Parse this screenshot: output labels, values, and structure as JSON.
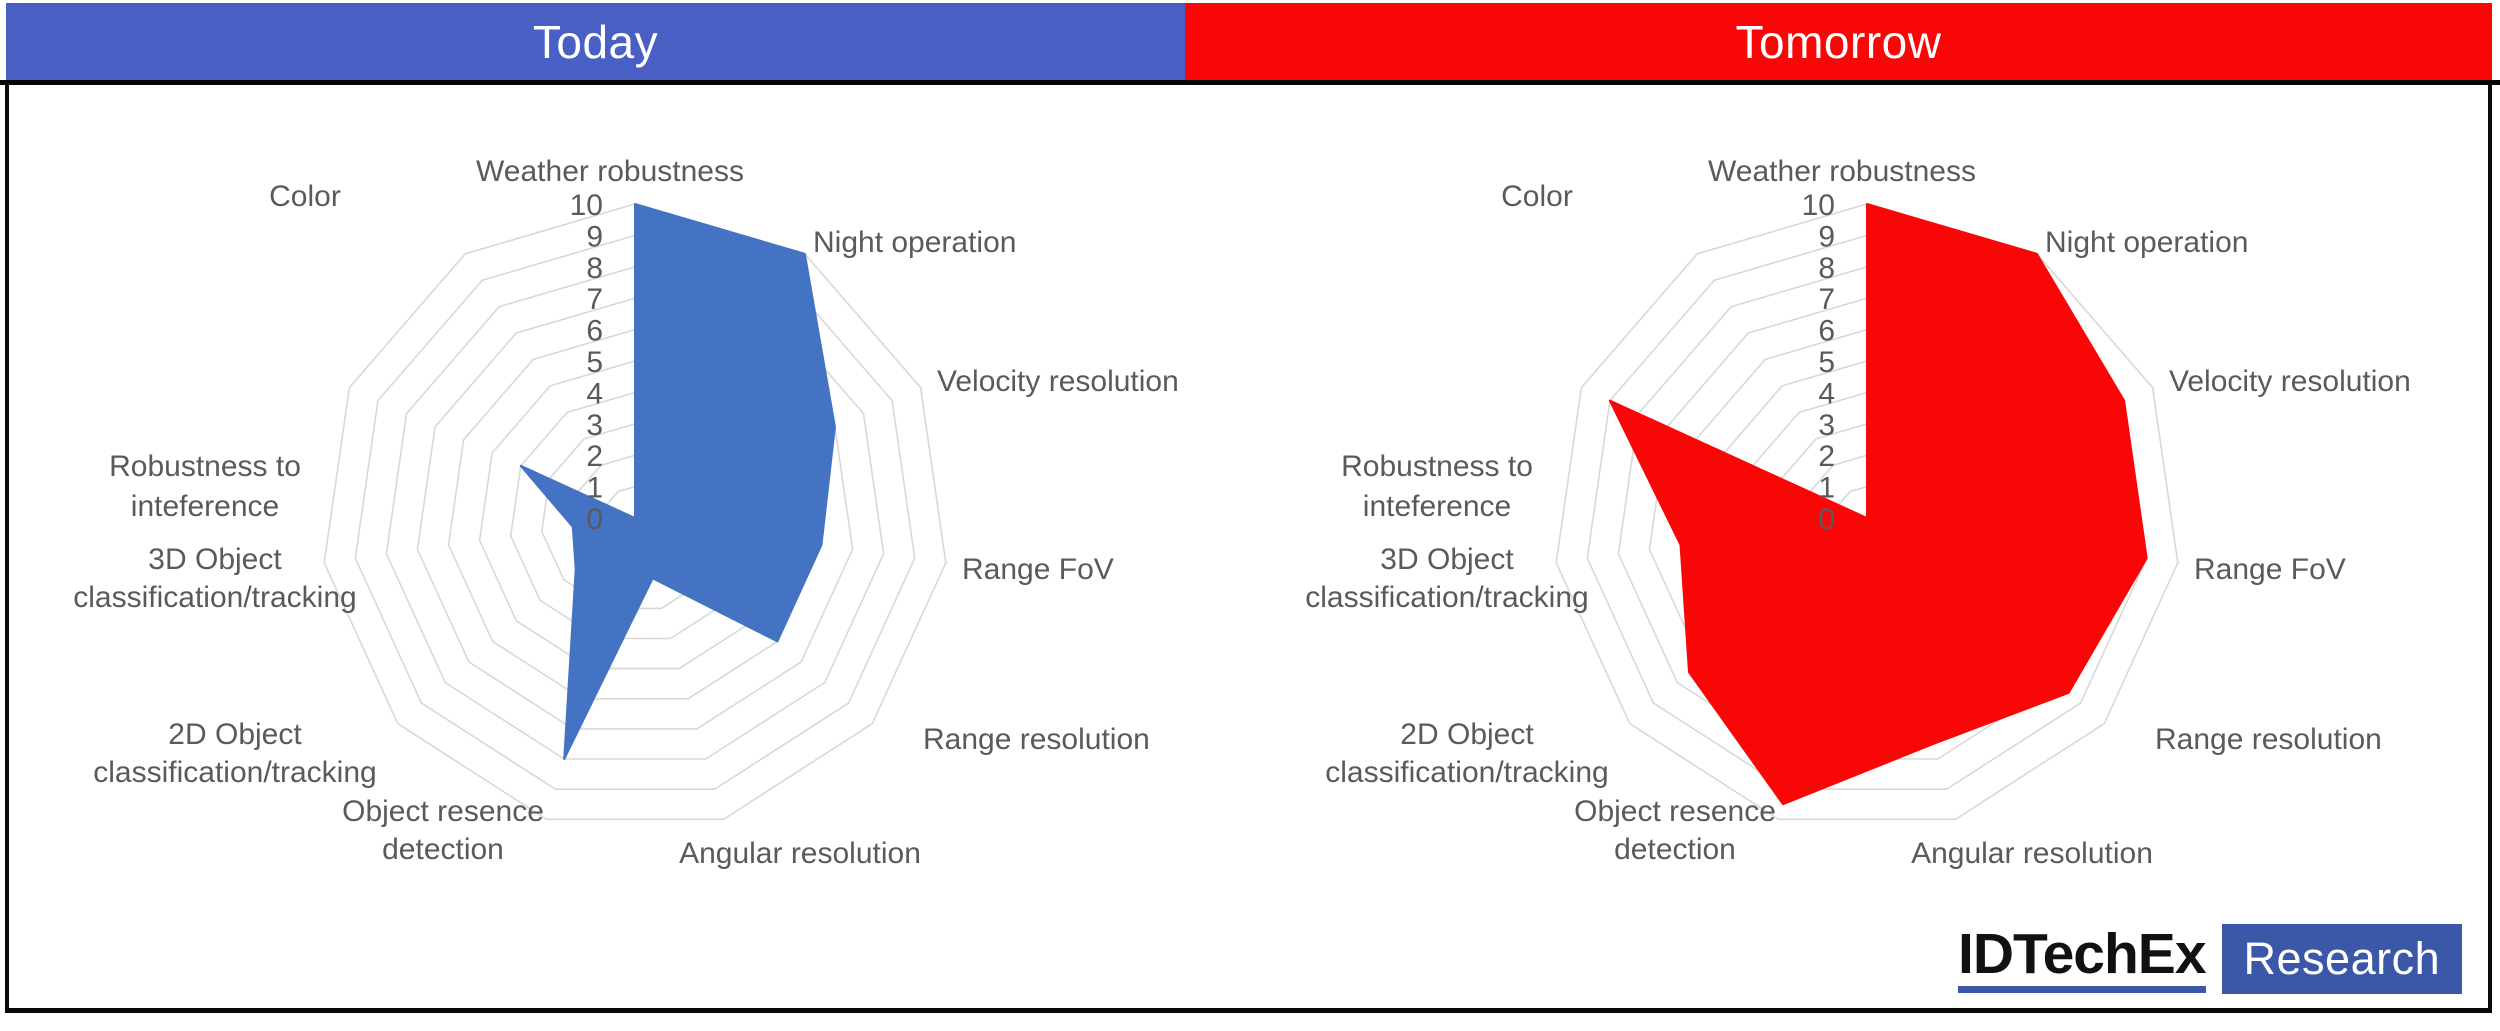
{
  "header": {
    "left": {
      "label": "Today",
      "color": "#4a5fc4"
    },
    "right": {
      "label": "Tomorrow",
      "color": "#f90606"
    }
  },
  "chart_data": {
    "type": "radar",
    "axis": {
      "min": 0,
      "max": 10,
      "tick_step": 1
    },
    "tick_labels": [
      "0",
      "1",
      "2",
      "3",
      "4",
      "5",
      "6",
      "7",
      "8",
      "9",
      "10"
    ],
    "categories": [
      "Weather robustness",
      "Night operation",
      "Velocity resolution",
      "Range FoV",
      "Range resolution",
      "Angular resolution",
      "Object resence detection",
      "2D Object classification/tracking",
      "3D Object classification/tracking",
      "Robustness to inteference",
      "Color"
    ],
    "category_label_lines": [
      [
        "Weather robustness"
      ],
      [
        "Night operation"
      ],
      [
        "Velocity resolution"
      ],
      [
        "Range FoV"
      ],
      [
        "Range resolution"
      ],
      [
        "Angular resolution"
      ],
      [
        "Object resence",
        "detection"
      ],
      [
        "2D Object",
        "classification/tracking"
      ],
      [
        "3D Object",
        "classification/tracking"
      ],
      [
        "Robustness to",
        "inteference"
      ],
      [
        "Color"
      ]
    ],
    "series": [
      {
        "name": "Today",
        "color": "#4473c4",
        "values": [
          10,
          10,
          7,
          6,
          6,
          2,
          8,
          2.5,
          2,
          4,
          0
        ]
      },
      {
        "name": "Tomorrow",
        "color": "#f90606",
        "values": [
          10,
          10,
          9,
          9,
          8.5,
          7.5,
          9.5,
          7.5,
          6,
          9,
          0
        ]
      }
    ],
    "grid_on": true,
    "grid_color": "#d8d8d8",
    "label_color": "#5a5a5a",
    "legend_position": "none"
  },
  "logo": {
    "brand": "IDTechEx",
    "suffix": "Research",
    "brand_color": "#111111",
    "underline_color": "#3a57a8",
    "box_color": "#3a57a8",
    "suffix_color": "#ffffff"
  },
  "canvas": {
    "background": "#ffffff",
    "border_color": "#0a0a0a"
  }
}
